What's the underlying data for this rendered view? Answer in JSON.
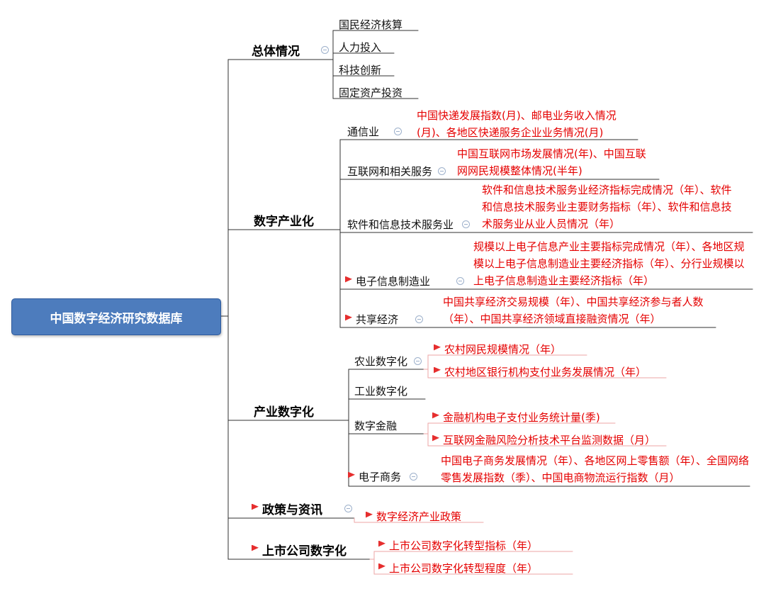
{
  "colors": {
    "root_fill": "#4d7cbd",
    "root_border": "#2f5b9d",
    "root_text": "#ffffff",
    "topic_text": "#000000",
    "red_text": "#e50000",
    "flag_red": "#e62e2e",
    "line_dark": "#303030",
    "line_pink": "#eda6a6",
    "collapse_icon": "#9db0cb"
  },
  "root": {
    "label": "中国数字经济研究数据库"
  },
  "branches": [
    {
      "label": "总体情况",
      "children": [
        {
          "label": "国民经济核算"
        },
        {
          "label": "人力投入"
        },
        {
          "label": "科技创新"
        },
        {
          "label": "固定资产投资"
        }
      ]
    },
    {
      "label": "数字产业化",
      "children": [
        {
          "label": "通信业",
          "detail": "中国快递发展指数(月)、邮电业务收入情况(月)、各地区快递服务企业业务情况(月)"
        },
        {
          "label": "互联网和相关服务",
          "detail": "中国互联网市场发展情况(年)、中国互联网网民规模整体情况(半年)"
        },
        {
          "label": "软件和信息技术服务业",
          "detail": "软件和信息技术服务业经济指标完成情况（年）、软件和信息技术服务业主要财务指标（年）、软件和信息技术服务业从业人员情况（年）"
        },
        {
          "label": "电子信息制造业",
          "flag": true,
          "detail": "规模以上电子信息产业主要指标完成情况（年）、各地区规模以上电子信息制造业主要经济指标（年）、分行业规模以上电子信息制造业主要经济指标（年）"
        },
        {
          "label": "共享经济",
          "flag": true,
          "detail": "中国共享经济交易规模（年）、中国共享经济参与者人数（年）、中国共享经济领域直接融资情况（年）"
        }
      ]
    },
    {
      "label": "产业数字化",
      "children": [
        {
          "label": "农业数字化",
          "children": [
            {
              "label": "农村网民规模情况（年）"
            },
            {
              "label": "农村地区银行机构支付业务发展情况（年）"
            }
          ]
        },
        {
          "label": "工业数字化"
        },
        {
          "label": "数字金融",
          "children": [
            {
              "label": "金融机构电子支付业务统计量(季)"
            },
            {
              "label": "互联网金融风险分析技术平台监测数据（月）"
            }
          ]
        },
        {
          "label": "电子商务",
          "flag": true,
          "detail": "中国电子商务发展情况（年）、各地区网上零售额（年）、全国网络零售发展指数（季）、中国电商物流运行指数（月）"
        }
      ]
    },
    {
      "label": "政策与资讯",
      "flag": true,
      "children": [
        {
          "label": "数字经济产业政策"
        }
      ]
    },
    {
      "label": "上市公司数字化",
      "flag": true,
      "children": [
        {
          "label": "上市公司数字化转型指标（年）"
        },
        {
          "label": "上市公司数字化转型程度（年）"
        }
      ]
    }
  ]
}
